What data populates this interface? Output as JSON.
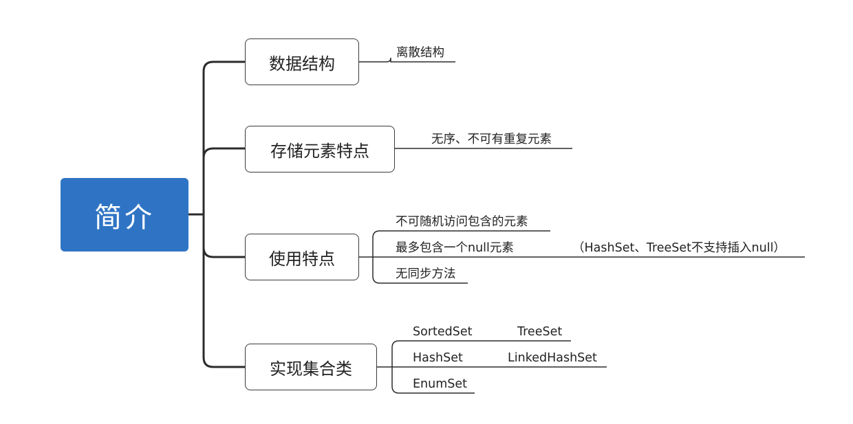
{
  "root": {
    "label": "简介"
  },
  "branches": [
    {
      "label": "数据结构",
      "leaves": [
        "离散结构"
      ]
    },
    {
      "label": "存储元素特点",
      "leaves": [
        "无序、不可有重复元素"
      ]
    },
    {
      "label": "使用特点",
      "leaves": [
        "不可随机访问包含的元素",
        "最多包含一个null元素",
        "无同步方法"
      ],
      "note": "（HashSet、TreeSet不支持插入null）"
    },
    {
      "label": "实现集合类",
      "leaves": [
        "SortedSet",
        "HashSet",
        "EnumSet"
      ],
      "sub_leaves": [
        "TreeSet",
        "LinkedHashSet"
      ]
    }
  ]
}
